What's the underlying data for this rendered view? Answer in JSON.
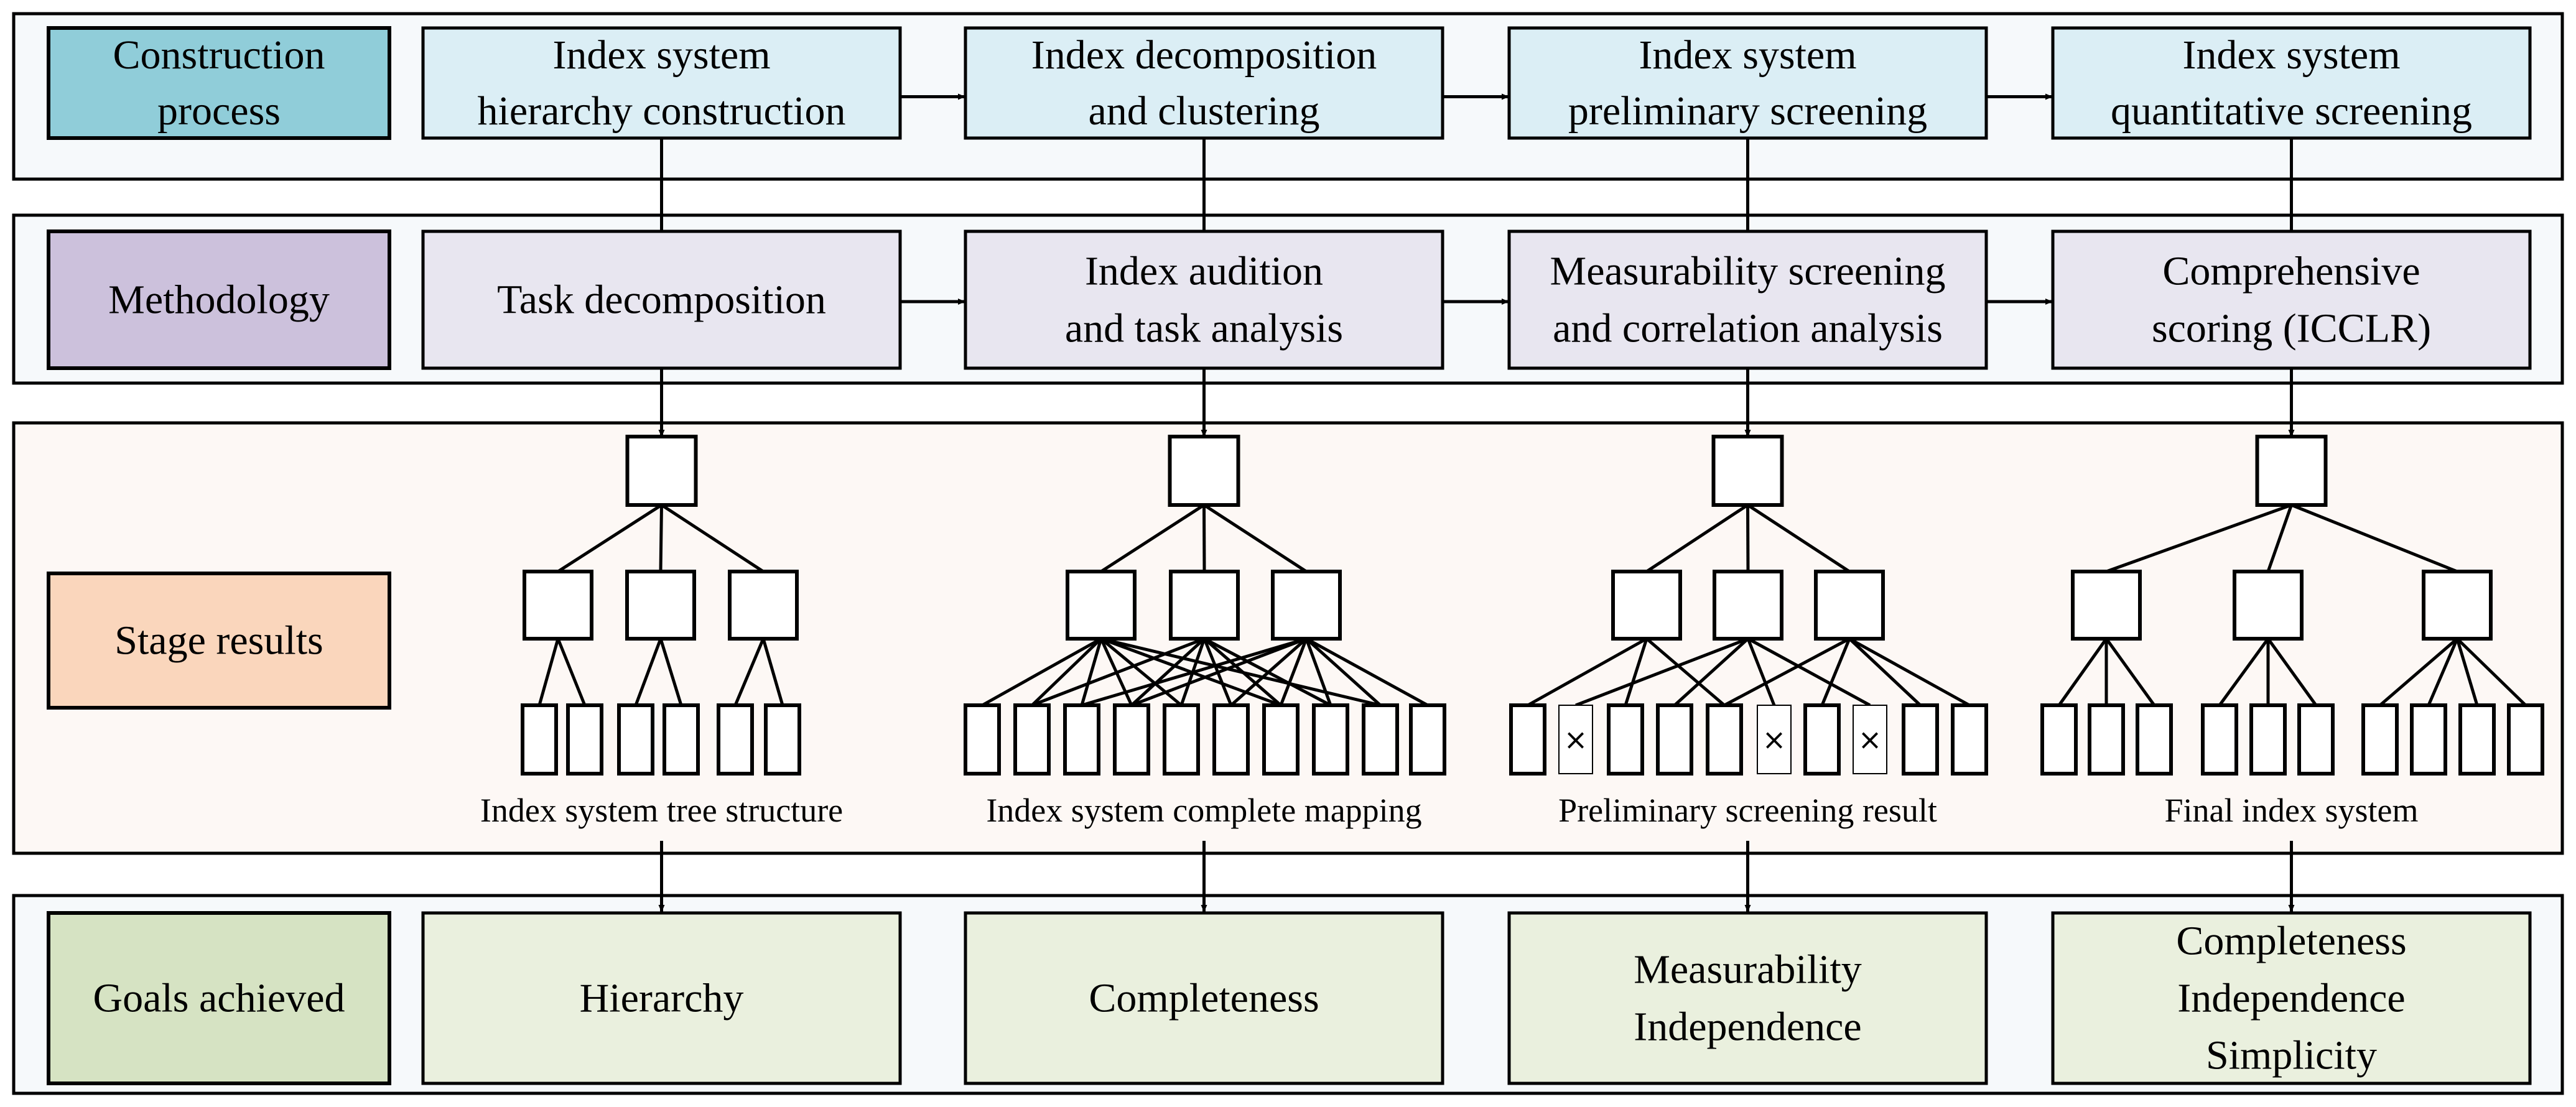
{
  "colors": {
    "construction_head": "#90CDD9",
    "construction_box": "#DBEEF5",
    "methodology_head": "#CCC1DC",
    "methodology_box": "#E8E6F0",
    "stage_head": "#FAD6BC",
    "stage_band": "#FDF8F5",
    "goals_head": "#D6E3C3",
    "goals_box": "#EAF0DE",
    "row_band": "#F6F9FB",
    "stroke": "#000000"
  },
  "rows": {
    "construction": {
      "label": [
        "Construction",
        "process"
      ],
      "steps": [
        [
          "Index system",
          "hierarchy construction"
        ],
        [
          "Index decomposition",
          "and clustering"
        ],
        [
          "Index system",
          "preliminary screening"
        ],
        [
          "Index system",
          "quantitative screening"
        ]
      ]
    },
    "methodology": {
      "label": [
        "Methodology"
      ],
      "steps": [
        [
          "Task decomposition"
        ],
        [
          "Index audition",
          "and task analysis"
        ],
        [
          "Measurability screening",
          "and correlation analysis"
        ],
        [
          "Comprehensive",
          "scoring (ICCLR)"
        ]
      ]
    },
    "stage": {
      "label": [
        "Stage results"
      ],
      "captions": [
        "Index system tree structure",
        "Index system complete mapping",
        "Preliminary screening result",
        "Final index system"
      ],
      "excluded_mark": "×"
    },
    "goals": {
      "label": [
        "Goals achieved"
      ],
      "items": [
        [
          "Hierarchy"
        ],
        [
          "Completeness"
        ],
        [
          "Measurability",
          "Independence"
        ],
        [
          "Completeness",
          "Independence",
          "Simplicity"
        ]
      ]
    }
  }
}
